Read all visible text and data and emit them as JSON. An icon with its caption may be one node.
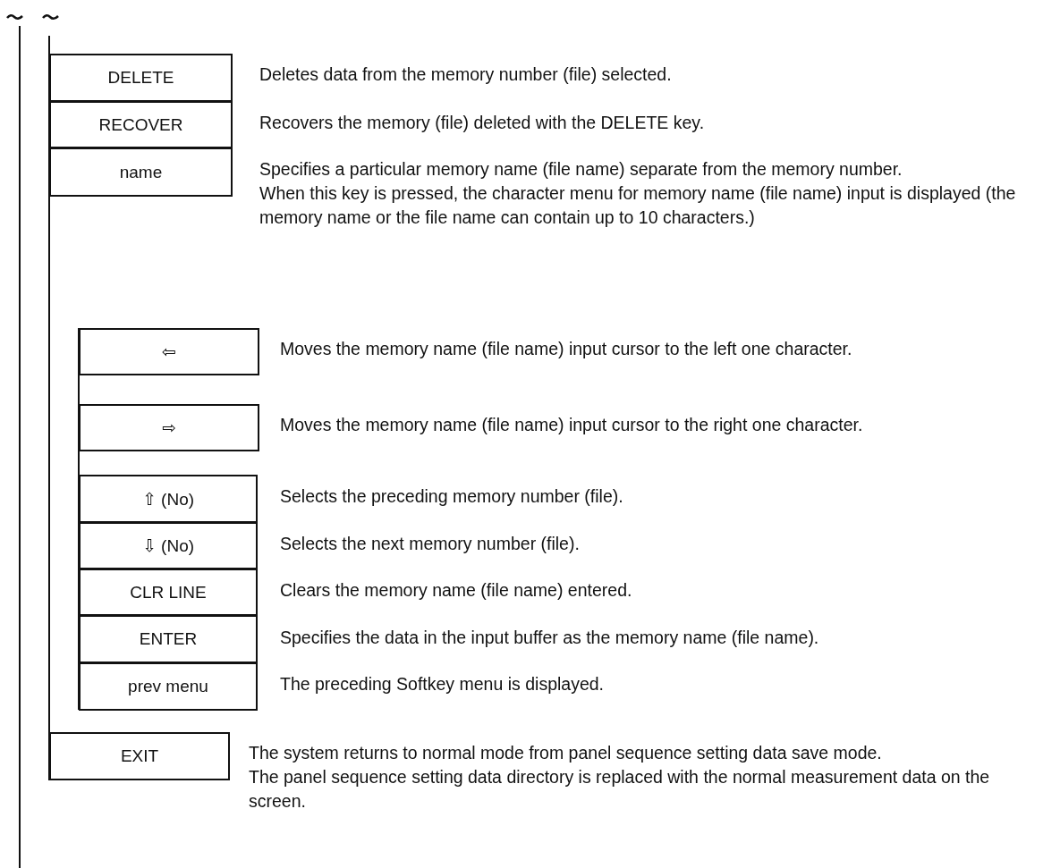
{
  "diagram": {
    "nodes": [
      {
        "text": [
          "DELETE"
        ],
        "beside": [
          "Deletes data from the memory number (file) selected."
        ]
      },
      {
        "text": [
          "RECOVER"
        ],
        "beside": [
          "Recovers the memory (file) deleted with the DELETE key."
        ]
      },
      {
        "text": [
          "name"
        ],
        "beside": [
          "Specifies a particular memory name (file name) separate from the memory number.",
          "When this key is pressed, the character menu for memory name (file name) input is displayed (the memory name or the file name can contain up to 10 characters.)"
        ]
      },
      {
        "text": [
          "⇦"
        ],
        "beside": [
          "Moves the memory name (file name) input cursor to the left one character."
        ]
      },
      {
        "text": [
          "⇨"
        ],
        "beside": [
          "Moves the memory name (file name) input cursor to the right one character."
        ]
      },
      {
        "text": [
          "⇧ (No)"
        ],
        "beside": [
          "Selects the preceding memory number (file)."
        ]
      },
      {
        "text": [
          "⇩ (No)"
        ],
        "beside": [
          "Selects the next memory number (file)."
        ]
      },
      {
        "text": [
          "CLR LINE"
        ],
        "beside": [
          "Clears the memory name (file name) entered."
        ]
      },
      {
        "text": [
          "ENTER"
        ],
        "beside": [
          "Specifies the data in the input buffer as the memory name (file name)."
        ]
      },
      {
        "text": [
          "prev menu"
        ],
        "beside": [
          "The preceding Softkey menu is displayed."
        ]
      },
      {
        "text": [
          "EXIT"
        ],
        "beside": [
          "The system returns to normal mode from panel sequence setting data save mode.",
          "The panel sequence setting data directory is replaced with the normal measurement data on the screen."
        ]
      }
    ]
  }
}
